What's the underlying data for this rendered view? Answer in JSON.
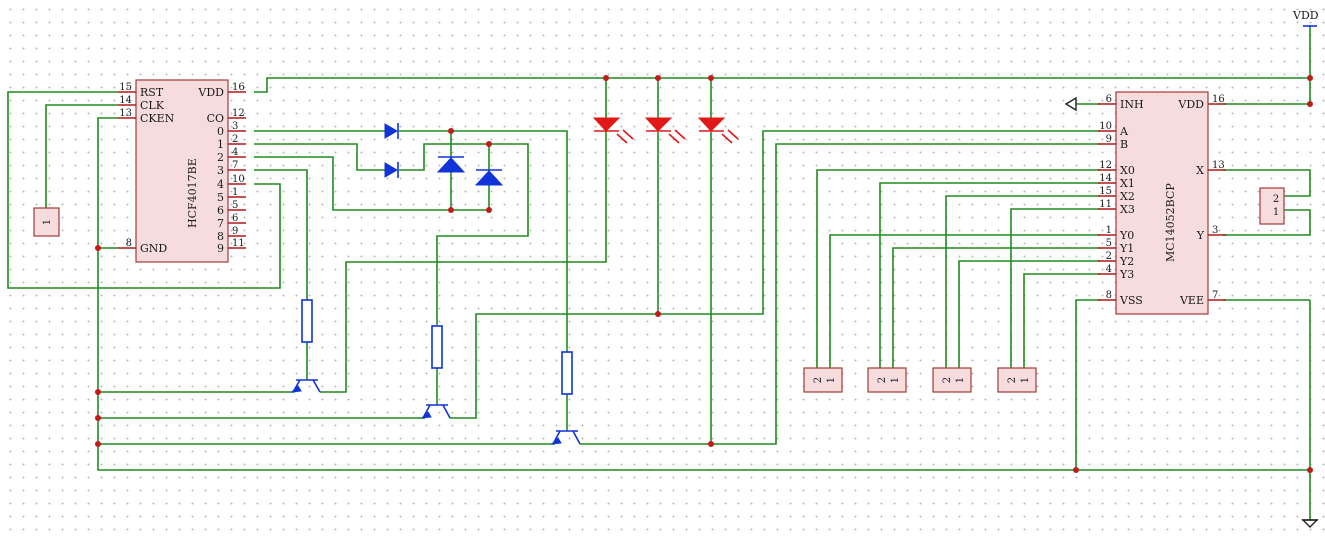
{
  "power": {
    "vdd_label": "VDD"
  },
  "u1": {
    "part": "HCF4017BE",
    "left_pins": [
      {
        "num": "15",
        "name": "RST"
      },
      {
        "num": "14",
        "name": "CLK"
      },
      {
        "num": "13",
        "name": "CKEN"
      },
      {
        "num": "8",
        "name": "GND"
      }
    ],
    "right_pins": [
      {
        "num": "16",
        "name": "VDD"
      },
      {
        "num": "12",
        "name": "CO"
      },
      {
        "num": "3",
        "name": "0"
      },
      {
        "num": "2",
        "name": "1"
      },
      {
        "num": "4",
        "name": "2"
      },
      {
        "num": "7",
        "name": "3"
      },
      {
        "num": "10",
        "name": "4"
      },
      {
        "num": "1",
        "name": "5"
      },
      {
        "num": "5",
        "name": "6"
      },
      {
        "num": "6",
        "name": "7"
      },
      {
        "num": "9",
        "name": "8"
      },
      {
        "num": "11",
        "name": "9"
      }
    ]
  },
  "u2": {
    "part": "MC14052BCP",
    "left_pins": [
      {
        "num": "6",
        "name": "INH"
      },
      {
        "num": "10",
        "name": "A"
      },
      {
        "num": "9",
        "name": "B"
      },
      {
        "num": "12",
        "name": "X0"
      },
      {
        "num": "14",
        "name": "X1"
      },
      {
        "num": "15",
        "name": "X2"
      },
      {
        "num": "11",
        "name": "X3"
      },
      {
        "num": "1",
        "name": "Y0"
      },
      {
        "num": "5",
        "name": "Y1"
      },
      {
        "num": "2",
        "name": "Y2"
      },
      {
        "num": "4",
        "name": "Y3"
      },
      {
        "num": "8",
        "name": "VSS"
      }
    ],
    "right_pins": [
      {
        "num": "16",
        "name": "VDD"
      },
      {
        "num": "13",
        "name": "X"
      },
      {
        "num": "3",
        "name": "Y"
      },
      {
        "num": "7",
        "name": "VEE"
      }
    ]
  },
  "connectors": {
    "clk_input": {
      "pins": [
        "1"
      ]
    },
    "output": {
      "pins": [
        "2",
        "1"
      ]
    },
    "bottom": [
      {
        "pins": [
          "2",
          "1"
        ]
      },
      {
        "pins": [
          "2",
          "1"
        ]
      },
      {
        "pins": [
          "2",
          "1"
        ]
      },
      {
        "pins": [
          "2",
          "1"
        ]
      }
    ]
  }
}
